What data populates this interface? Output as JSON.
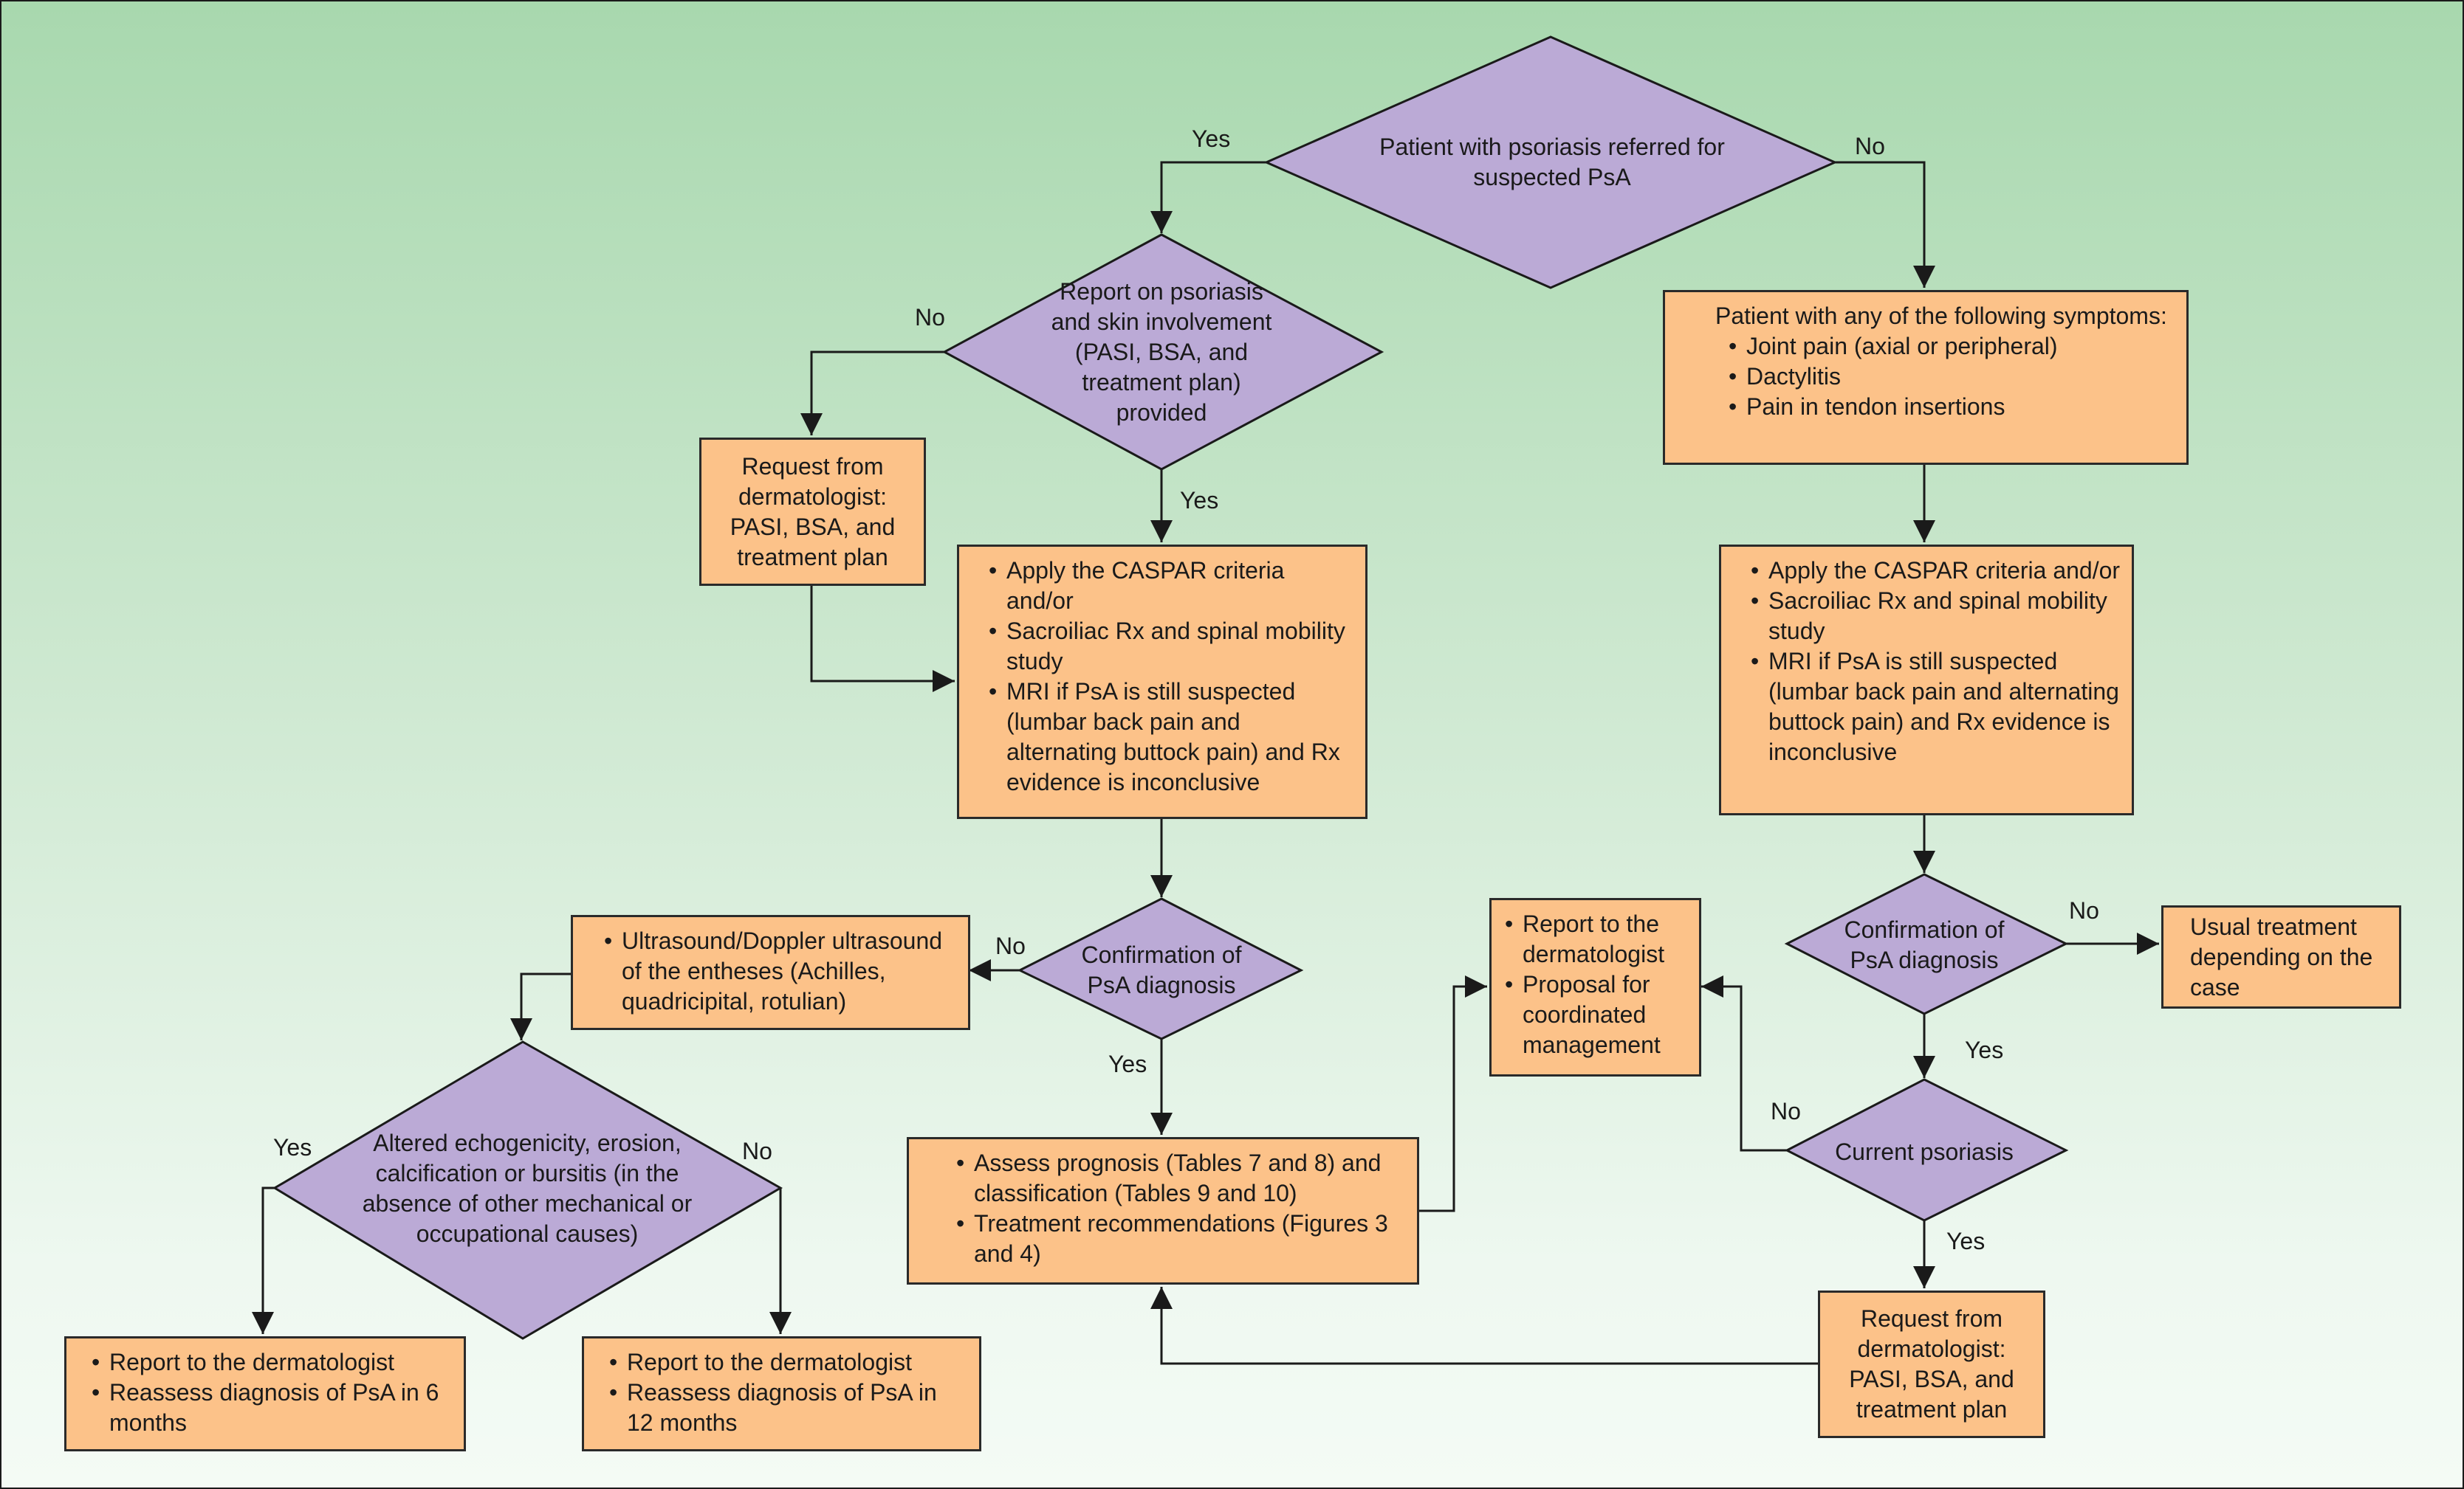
{
  "colors": {
    "diamond_fill": "#bbaad6",
    "box_fill": "#fcc289",
    "line": "#1a1a1a"
  },
  "nodes": {
    "d_referred": "Patient with psoriasis referred for suspected PsA",
    "d_report": "Report on psoriasis and skin involvement (PASI, BSA, and treatment plan)  provided",
    "b_request_left": "Request from dermatologist: PASI, BSA, and treatment plan",
    "b_symptoms": {
      "heading": "Patient with any of the following symptoms:",
      "items": [
        "Joint pain (axial or peripheral)",
        "Dactylitis",
        "Pain in tendon insertions"
      ]
    },
    "b_caspar_left": {
      "items": [
        "Apply the CASPAR criteria and/or",
        "Sacroiliac Rx and spinal mobility study",
        "MRI if PsA is still suspected (lumbar back pain and alternating buttock pain) and Rx evidence is inconclusive"
      ]
    },
    "b_caspar_right": {
      "items": [
        "Apply the CASPAR criteria and/or",
        "Sacroiliac Rx and spinal mobility study",
        "MRI if PsA is still suspected (lumbar back pain and alternating buttock pain) and Rx evidence is inconclusive"
      ]
    },
    "d_confirm_left": "Confirmation of PsA diagnosis",
    "d_confirm_right": "Confirmation of PsA diagnosis",
    "b_ultrasound": {
      "items": [
        "Ultrasound/Doppler ultrasound of the entheses (Achilles, quadricipital, rotulian)"
      ]
    },
    "d_altered": "Altered echogenicity, erosion, calcification or bursitis (in the absence of other mechanical or occupational causes)",
    "b_report_6": {
      "items": [
        "Report to the dermatologist",
        "Reassess diagnosis of PsA in 6 months"
      ]
    },
    "b_report_12": {
      "items": [
        "Report to the dermatologist",
        "Reassess diagnosis of PsA in 12 months"
      ]
    },
    "b_assess": {
      "items": [
        "Assess prognosis (Tables 7 and 8) and classification (Tables 9 and 10)",
        "Treatment recommendations (Figures 3 and 4)"
      ]
    },
    "b_report_derm": {
      "items": [
        "Report to the dermatologist",
        "Proposal for coordinated management"
      ]
    },
    "b_usual": "Usual treatment depending on the case",
    "d_current": "Current psoriasis",
    "b_request_right": "Request from dermatologist: PASI, BSA, and treatment plan"
  },
  "labels": {
    "yes_top": "Yes",
    "no_top": "No",
    "no_report": "No",
    "yes_report": "Yes",
    "no_confirm_left": "No",
    "yes_confirm_left": "Yes",
    "yes_altered": "Yes",
    "no_altered": "No",
    "no_confirm_right": "No",
    "yes_confirm_right": "Yes",
    "no_current": "No",
    "yes_current": "Yes"
  }
}
